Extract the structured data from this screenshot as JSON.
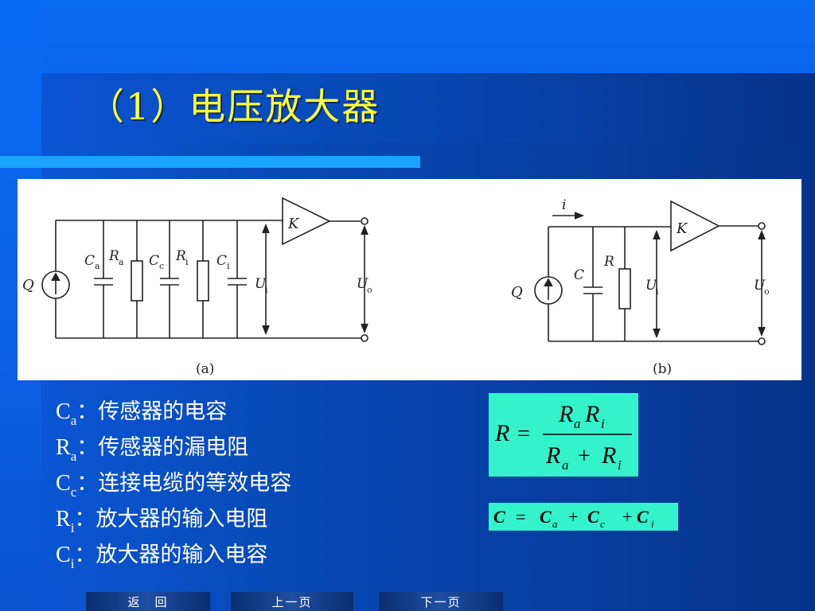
{
  "title": "（1）电压放大器",
  "figure": {
    "a": {
      "caption": "(a)",
      "source_label": "Q",
      "amplifier_label": "K",
      "components": [
        {
          "letter": "C",
          "sub": "a"
        },
        {
          "letter": "R",
          "sub": "a"
        },
        {
          "letter": "C",
          "sub": "c"
        },
        {
          "letter": "R",
          "sub": "i"
        },
        {
          "letter": "C",
          "sub": "i"
        }
      ],
      "input_voltage": {
        "letter": "U",
        "sub": "i"
      },
      "output_voltage": {
        "letter": "U",
        "sub": "o"
      }
    },
    "b": {
      "caption": "(b)",
      "source_label": "Q",
      "current_label": "i",
      "amplifier_label": "K",
      "capacitor_label": "C",
      "resistor_label": "R",
      "input_voltage": {
        "letter": "U",
        "sub": "i"
      },
      "output_voltage": {
        "letter": "U",
        "sub": "o"
      }
    }
  },
  "legend": [
    {
      "symbol": "C",
      "sub": "a",
      "sep": "：",
      "text": "传感器的电容"
    },
    {
      "symbol": "R",
      "sub": "a",
      "sep": "：",
      "text": "传感器的漏电阻"
    },
    {
      "symbol": "C",
      "sub": "c",
      "sep": "：",
      "text": "连接电缆的等效电容"
    },
    {
      "symbol": "R",
      "sub": "i",
      "sep": "：",
      "text": "放大器的输入电阻"
    },
    {
      "symbol": "C",
      "sub": "i",
      "sep": "：",
      "text": "放大器的输入电容"
    }
  ],
  "formula_r": {
    "lhs": "R",
    "eq": "=",
    "num_1": "R",
    "num_1_sub": "a",
    "num_2": "R",
    "num_2_sub": "i",
    "den_1": "R",
    "den_1_sub": "a",
    "plus": "+",
    "den_2": "R",
    "den_2_sub": "i"
  },
  "formula_c": {
    "lhs": "C",
    "eq": "=",
    "t1": "C",
    "t1_sub": "a",
    "plus1": "+",
    "t2": "C",
    "t2_sub": "c",
    "plus2": "+",
    "t3": "C",
    "t3_sub": "i"
  },
  "nav": {
    "back": "返　回",
    "prev": "上一页",
    "next": "下一页"
  },
  "colors": {
    "title": "#ffff33",
    "formula_bg": "#33f2cc",
    "accent_bar": "#1aa3ff",
    "legend_text": "#ffffff"
  }
}
